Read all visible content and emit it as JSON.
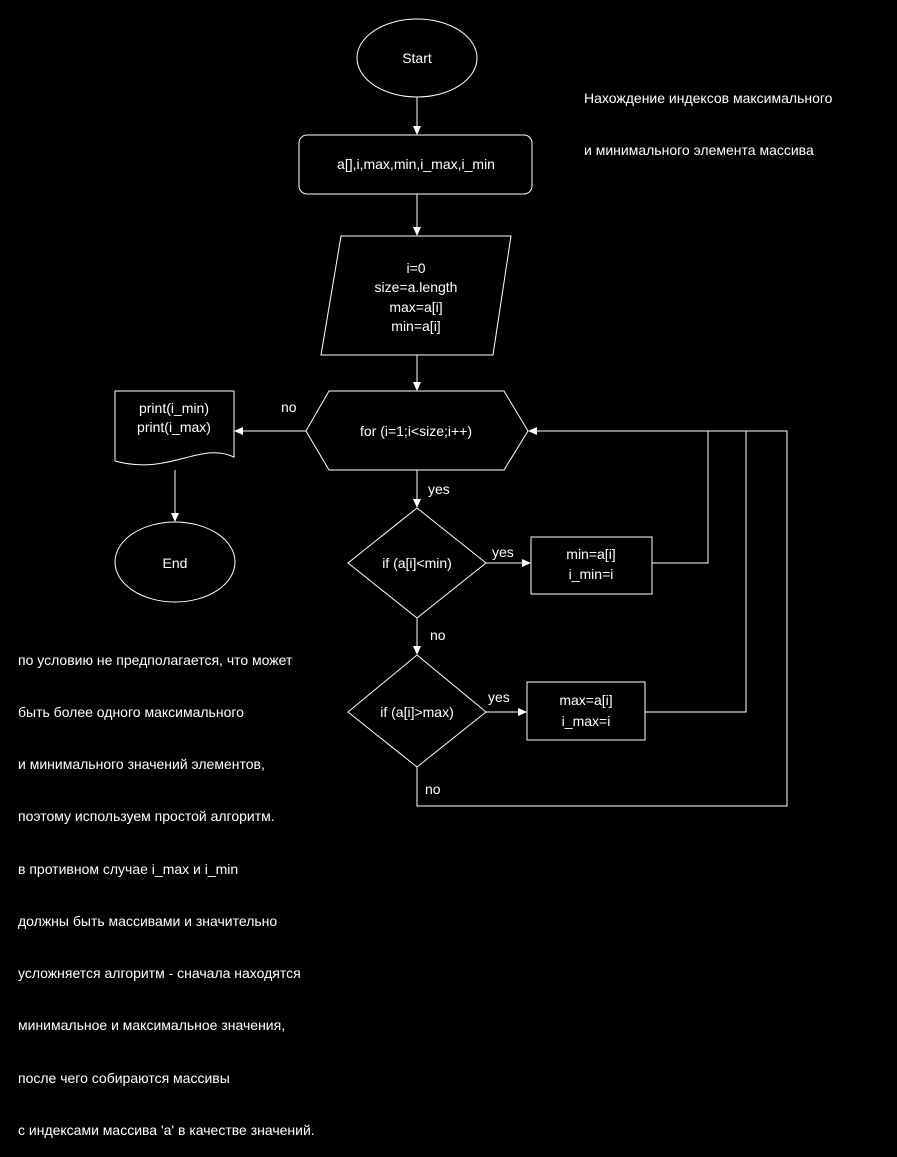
{
  "title_note": [
    "Нахождение индексов максимального",
    "и минимального элемента массива"
  ],
  "nodes": {
    "start": "Start",
    "declare": "a[],i,max,min,i_max,i_min",
    "init": [
      "i=0",
      "size=a.length",
      "max=a[i]",
      "min=a[i]"
    ],
    "loop": "for (i=1;i<size;i++)",
    "print": [
      "print(i_min)",
      "print(i_max)"
    ],
    "end": "End",
    "cond_min": "if (a[i]<min)",
    "assign_min": [
      "min=a[i]",
      "i_min=i"
    ],
    "cond_max": "if (a[i]>max)",
    "assign_max": [
      "max=a[i]",
      "i_max=i"
    ]
  },
  "edge_labels": {
    "loop_no": "no",
    "loop_yes": "yes",
    "min_yes": "yes",
    "min_no": "no",
    "max_yes": "yes",
    "max_no": "no"
  },
  "comment": [
    "по условию не предполагается, что может",
    "быть более одного максимального",
    "и минимального значений элементов,",
    "поэтому используем простой алгоритм.",
    "в противном случае i_max и i_min",
    "должны быть массивами и значительно",
    "усложняется алгоритм - сначала находятся",
    "минимальное и максимальное значения,",
    "после чего собираются массивы",
    "с индексами массива 'а' в качестве значений."
  ]
}
